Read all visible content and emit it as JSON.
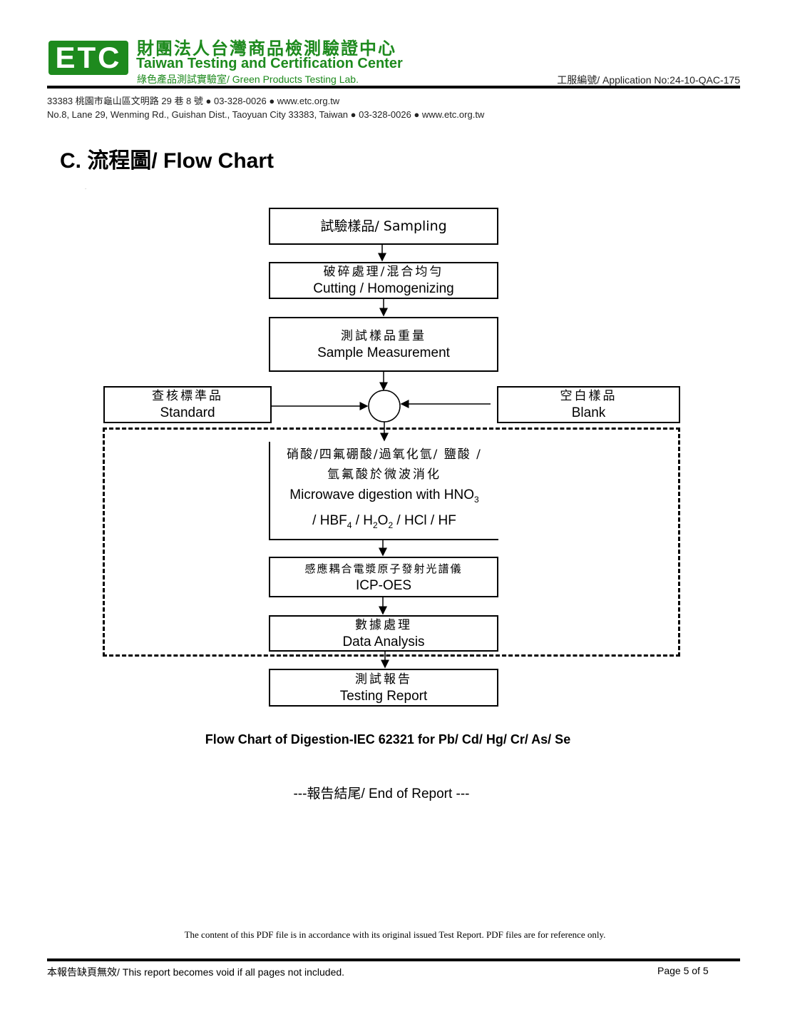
{
  "header": {
    "logo_text": "ETC",
    "org_name_zh": "財團法人台灣商品檢測驗證中心",
    "org_name_en": "Taiwan Testing and Certification Center",
    "lab_name": "綠色產品測試實驗室/ Green Products Testing Lab.",
    "application_no": "工服編號/ Application No:24-10-QAC-175",
    "address_zh": "33383 桃園市龜山區文明路 29 巷 8 號 ● 03-328-0026 ● www.etc.org.tw",
    "address_en": "No.8, Lane 29, Wenming Rd., Guishan Dist., Taoyuan City 33383, Taiwan ● 03-328-0026 ● www.etc.org.tw"
  },
  "section_title": "C. 流程圖/ Flow Chart",
  "flowchart": {
    "sampling": {
      "label": "試驗樣品/ Sampling"
    },
    "cutting": {
      "zh": "破碎處理/混合均勻",
      "en": "Cutting / Homogenizing"
    },
    "measurement": {
      "zh": "測試樣品重量",
      "en": "Sample Measurement"
    },
    "standard": {
      "zh": "查核標準品",
      "en": "Standard"
    },
    "blank": {
      "zh": "空白樣品",
      "en": "Blank"
    },
    "digestion": {
      "zh_line1": "硝酸/四氟硼酸/過氧化氫/ 鹽酸 /",
      "zh_line2": "氫氟酸於微波消化",
      "en_line1_prefix": "Microwave digestion with HNO",
      "en_line1_sub": "3",
      "en_line2_a": "/ HBF",
      "en_line2_a_sub": "4",
      "en_line2_b": " / H",
      "en_line2_b_sub": "2",
      "en_line2_c": "O",
      "en_line2_c_sub": "2",
      "en_line2_d": " / HCl / HF"
    },
    "icp": {
      "zh": "感應耦合電漿原子發射光譜儀",
      "en": "ICP-OES"
    },
    "data_analysis": {
      "zh": "數據處理",
      "en": "Data Analysis"
    },
    "report": {
      "zh": "測試報告",
      "en": "Testing Report"
    }
  },
  "caption": "Flow Chart of Digestion-IEC 62321 for Pb/ Cd/ Hg/ Cr/ As/ Se",
  "end_of_report": "---報告結尾/ End of Report ---",
  "footer": {
    "disclaimer": "The content of this PDF file is in accordance with its original issued Test Report. PDF files are for reference only.",
    "void_notice": "本報告缺頁無效/ This report becomes void if all pages not included.",
    "page": "Page 5 of 5"
  }
}
